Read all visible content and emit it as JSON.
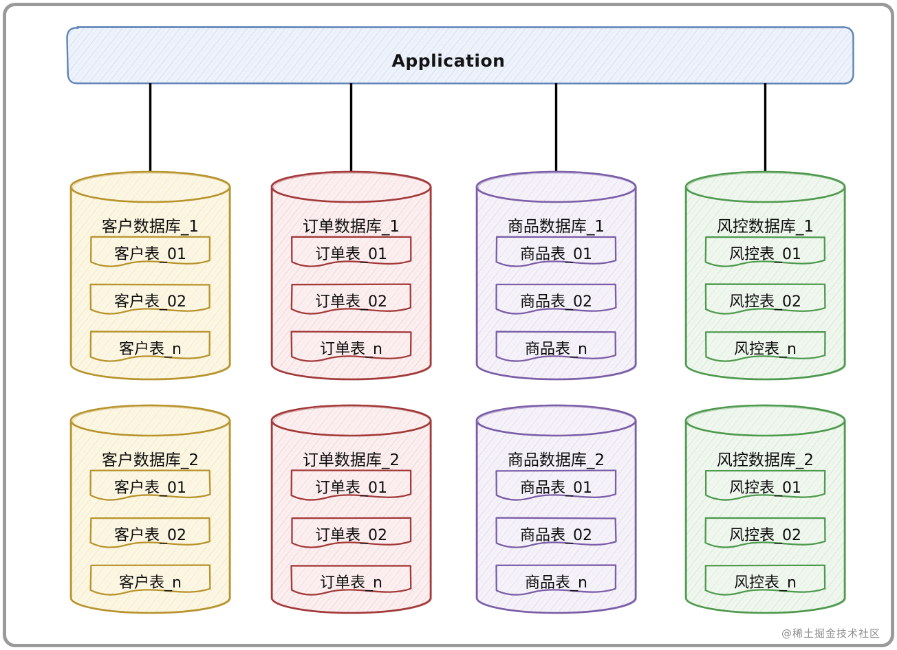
{
  "diagram": {
    "title_node": {
      "label": "Application",
      "stroke": "#5b7fb5",
      "fill": "#eef3fb"
    },
    "watermark": "@稀土掘金技术社区",
    "frame_color": "#9a9a9a",
    "arrow_color": "#000000",
    "arrow_count": 4,
    "columns": [
      {
        "key": "customer",
        "stroke": "#b8942e",
        "fill": "#fcf7e4",
        "hatch": "#e3cf8a",
        "databases": [
          {
            "name": "客户数据库_1",
            "tables": [
              "客户表_01",
              "客户表_02",
              "客户表_n"
            ]
          },
          {
            "name": "客户数据库_2",
            "tables": [
              "客户表_01",
              "客户表_02",
              "客户表_n"
            ]
          }
        ]
      },
      {
        "key": "order",
        "stroke": "#a33a3a",
        "fill": "#fbeff0",
        "hatch": "#e0a8ad",
        "databases": [
          {
            "name": "订单数据库_1",
            "tables": [
              "订单表_01",
              "订单表_02",
              "订单表_n"
            ]
          },
          {
            "name": "订单数据库_2",
            "tables": [
              "订单表_01",
              "订单表_02",
              "订单表_n"
            ]
          }
        ]
      },
      {
        "key": "product",
        "stroke": "#7b5ea7",
        "fill": "#f6f2f9",
        "hatch": "#c3b5d6",
        "databases": [
          {
            "name": "商品数据库_1",
            "tables": [
              "商品表_01",
              "商品表_02",
              "商品表_n"
            ]
          },
          {
            "name": "商品数据库_2",
            "tables": [
              "商品表_01",
              "商品表_02",
              "商品表_n"
            ]
          }
        ]
      },
      {
        "key": "riskcontrol",
        "stroke": "#4f9a4f",
        "fill": "#f0f7ef",
        "hatch": "#a9cfa5",
        "databases": [
          {
            "name": "风控数据库_1",
            "tables": [
              "风控表_01",
              "风控表_02",
              "风控表_n"
            ]
          },
          {
            "name": "风控数据库_2",
            "tables": [
              "风控表_01",
              "风控表_02",
              "风控表_n"
            ]
          }
        ]
      }
    ]
  }
}
